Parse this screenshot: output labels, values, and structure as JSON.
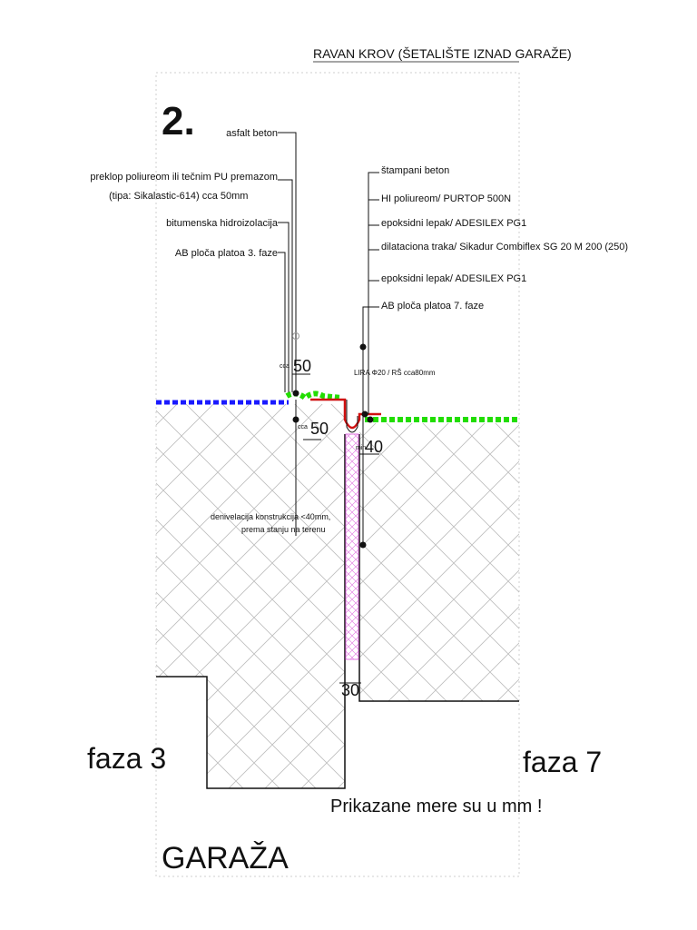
{
  "title": "RAVAN KROV  (ŠETALIŠTE IZNAD GARAŽE)",
  "detail_number": "2.",
  "left_labels": {
    "asfalt": "asfalt beton",
    "preklop_line1": "preklop poliureom ili tečnim PU premazom",
    "preklop_line2": "(tipa: Sikalastic-614) cca 50mm",
    "bitumen": "bitumenska hidroizolacija",
    "ab_ploca_3": "AB ploča platoa 3. faze"
  },
  "right_labels": {
    "stampani": "štampani beton",
    "hi_poliureom": "HI poliureom/ PURTOP 500N",
    "epoksid1": "epoksidni lepak/ ADESILEX PG1",
    "dilataciona": "dilataciona traka/ Sikadur Combiflex SG 20 M 200 (250)",
    "epoksid2": "epoksidni lepak/ ADESILEX PG1",
    "ab_ploca_7": "AB ploča platoa 7. faze"
  },
  "dimensions": {
    "cca_label": "cca",
    "dim_top": "50",
    "dim_mid_prefix": "cca",
    "dim_mid": "50",
    "min_label": "min",
    "dim_right": "40",
    "dim_bottom": "30",
    "lira": "LIRA Φ20 / RŠ cca80mm"
  },
  "notes": {
    "denivelacija_line1": "denivelacija konstrukcija <40mm,",
    "denivelacija_line2": "prema stanju na terenu",
    "units": "Prikazane mere su u mm !"
  },
  "zones": {
    "faza3": "faza 3",
    "faza7": "faza 7",
    "garaza": "GARAŽA"
  },
  "colors": {
    "hatch": "#bdbdbd",
    "green_layer": "#22dd00",
    "blue_layer": "#1a1aff",
    "membrane": "#d01010",
    "joint_fill": "#e070e0",
    "line": "#111111"
  }
}
